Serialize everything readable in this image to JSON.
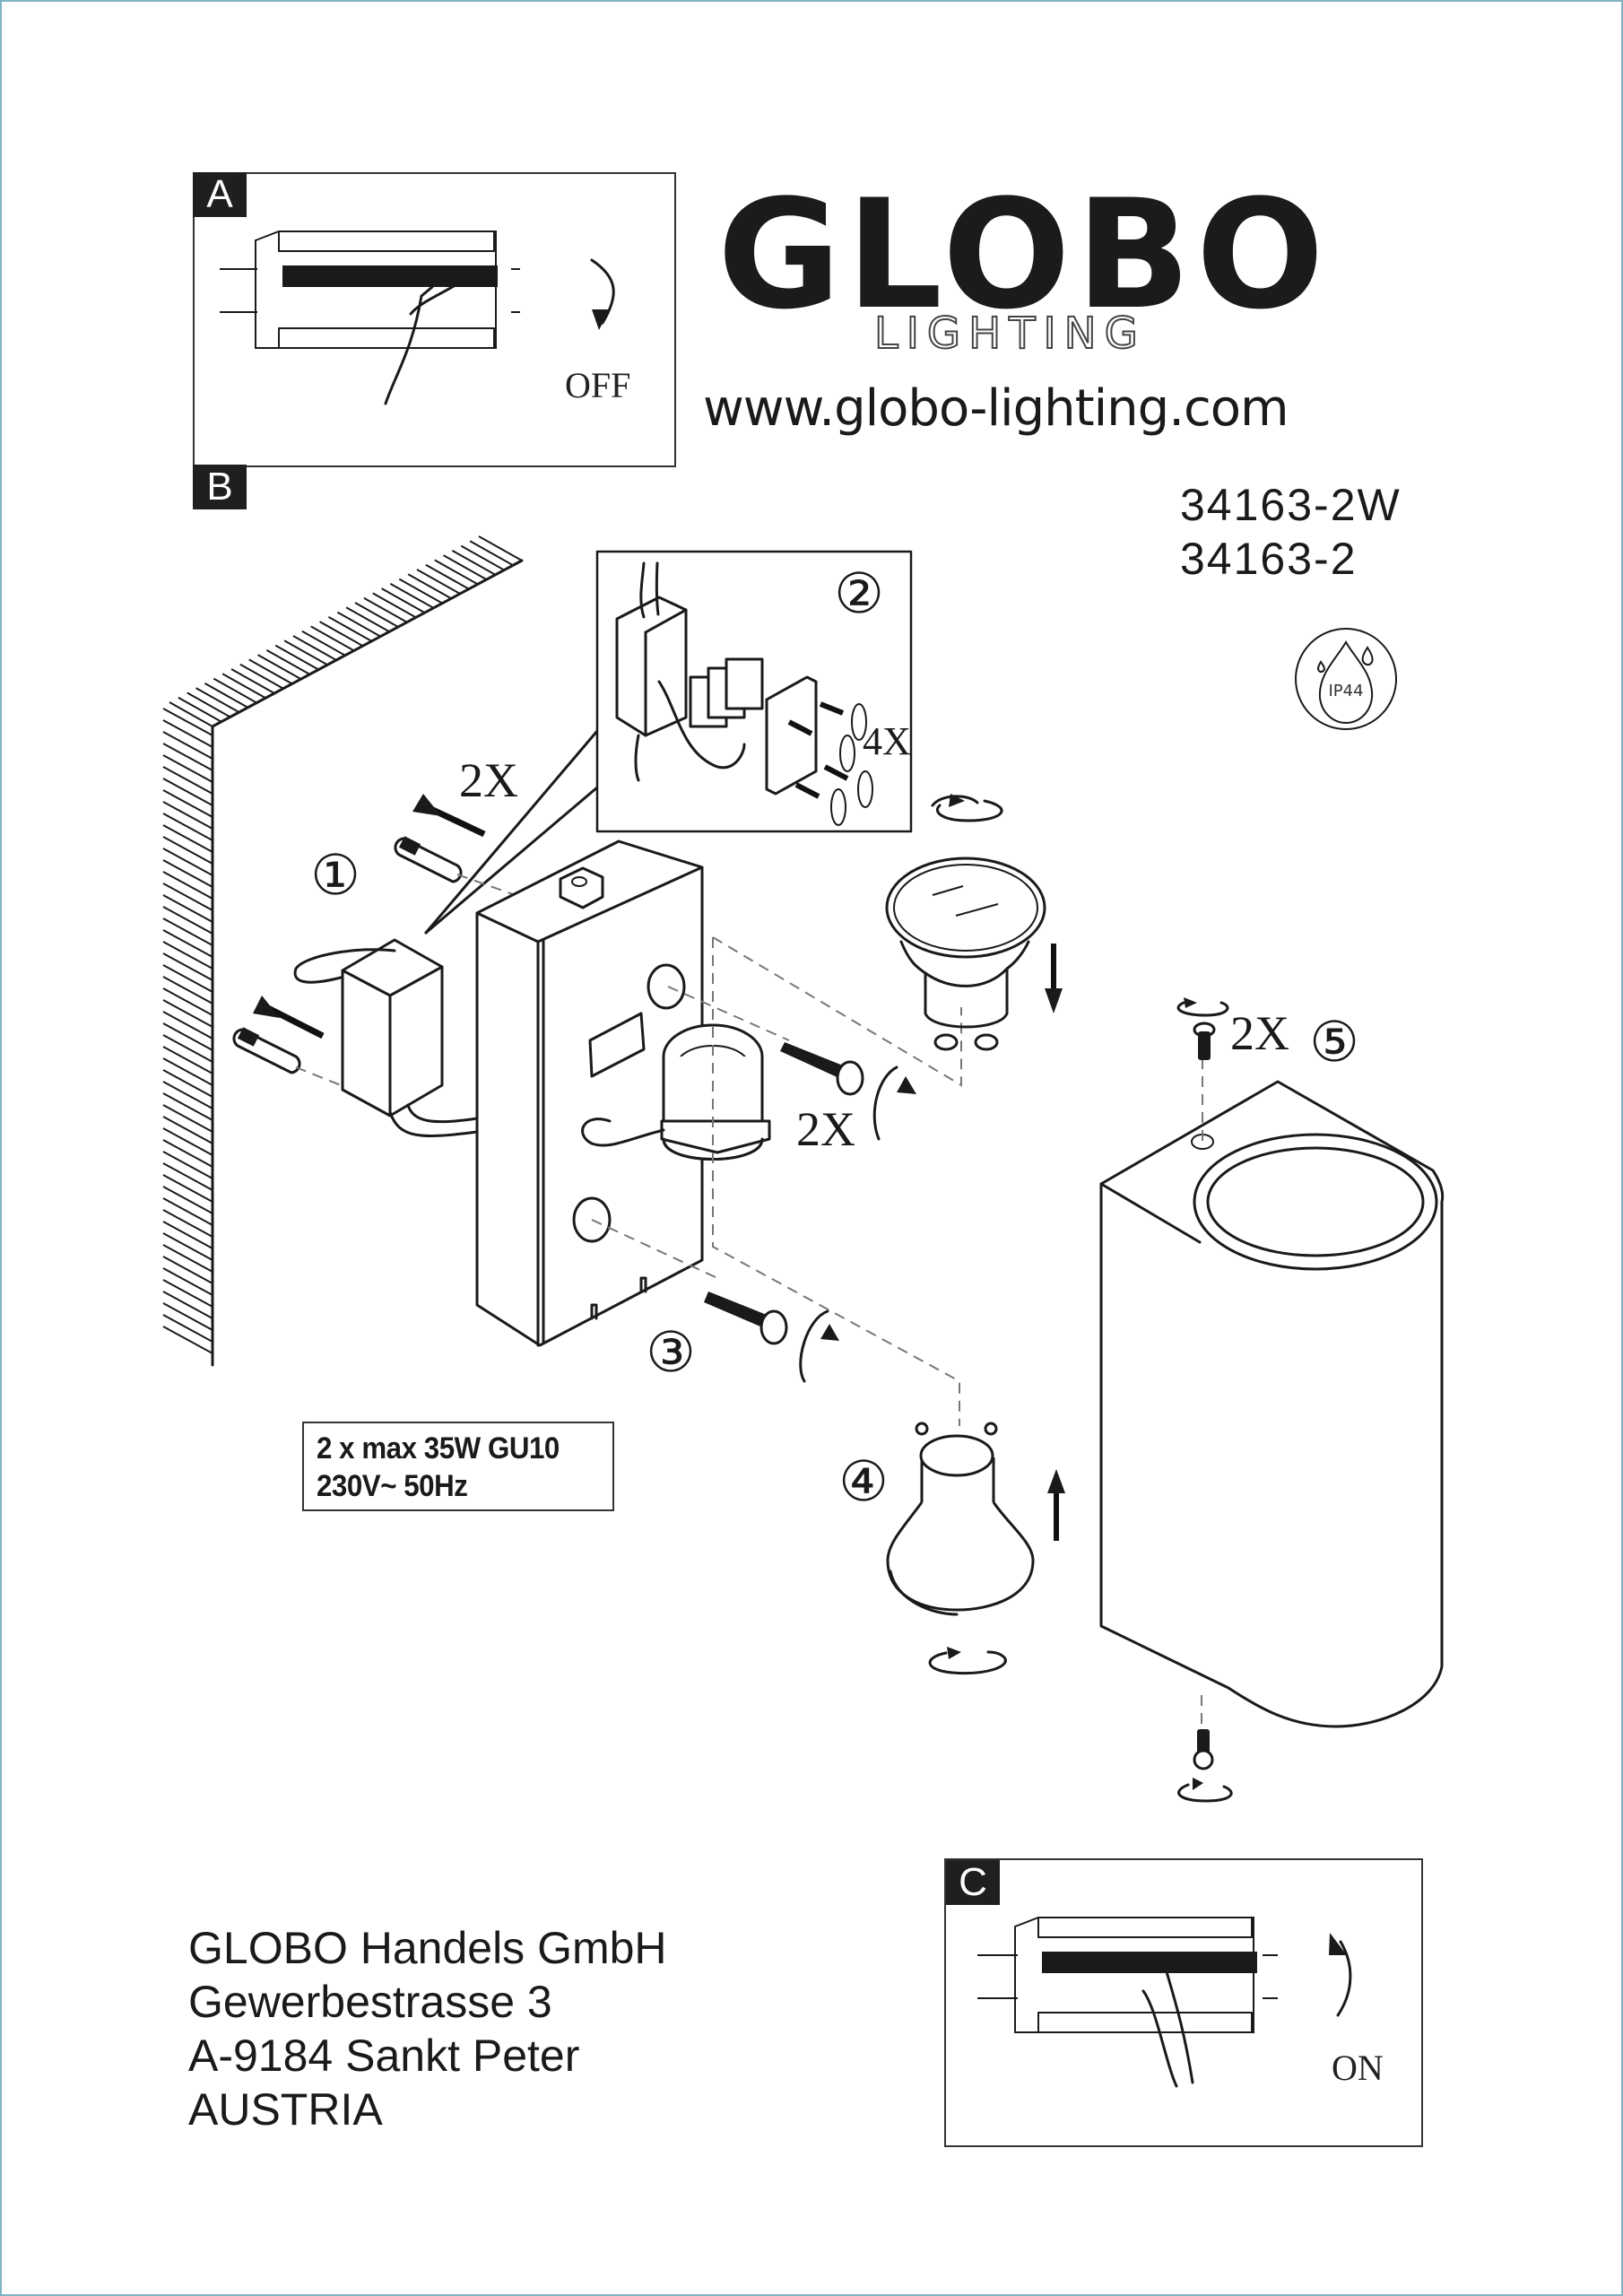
{
  "document": {
    "type": "assembly-instructions",
    "border_color": "#7fb3c4"
  },
  "brand": {
    "logo_main": "GLOBO",
    "logo_sub": "LIGHTING",
    "website": "www.globo-lighting.com"
  },
  "models": [
    "34163-2W",
    "34163-2"
  ],
  "ip_rating": {
    "icon": "water-drop-icon",
    "label": "IP44"
  },
  "panels": {
    "a": {
      "tag": "A",
      "caption": "OFF",
      "icon": "circuit-breaker-icon",
      "arrow": "arrow-down-curved-icon"
    },
    "b": {
      "tag": "B"
    },
    "c": {
      "tag": "C",
      "caption": "ON",
      "icon": "circuit-breaker-icon",
      "arrow": "arrow-up-curved-icon"
    }
  },
  "steps": [
    {
      "number": "1",
      "label": "①",
      "quantity": "2X",
      "description": "wall plugs"
    },
    {
      "number": "2",
      "label": "②",
      "quantity": "4X",
      "description": "connection terminal screws"
    },
    {
      "number": "3",
      "label": "③",
      "quantity": "2X",
      "description": "mounting screws"
    },
    {
      "number": "4",
      "label": "④",
      "description": "GU10 bulb"
    },
    {
      "number": "5",
      "label": "⑤",
      "quantity": "2X",
      "description": "housing screws"
    }
  ],
  "specs": {
    "line1": "2 x max 35W GU10",
    "line2": "230V~ 50Hz"
  },
  "address": {
    "company": "GLOBO Handels GmbH",
    "street": "Gewerbestrasse 3",
    "city": "A-9184 Sankt Peter",
    "country": "AUSTRIA"
  }
}
